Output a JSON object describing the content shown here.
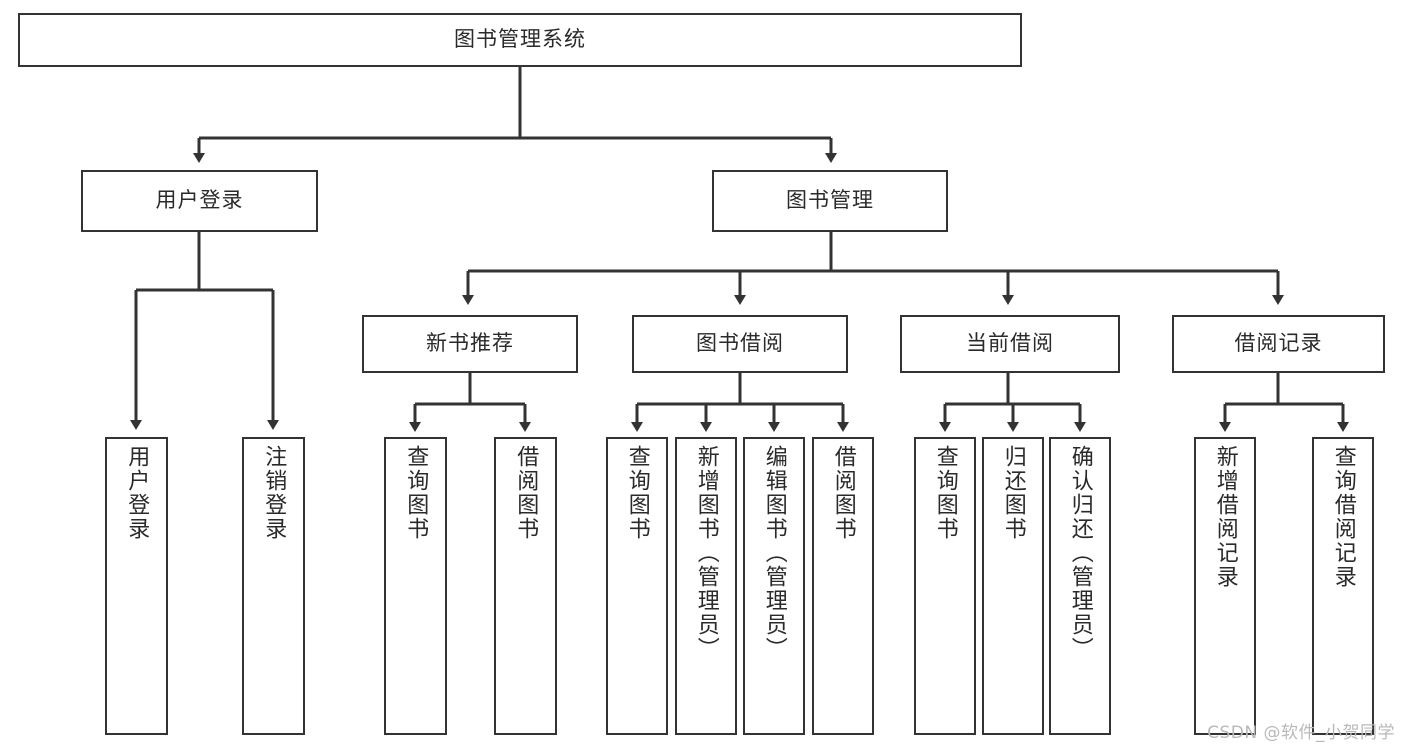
{
  "diagram": {
    "title": "图书管理系统",
    "watermark": "CSDN @软件_小贺同学",
    "line_color": "#333333",
    "box_fill": "#ffffff",
    "text_color": "#2a2a2a",
    "nodes": {
      "root": {
        "label": "图书管理系统"
      },
      "level2": [
        {
          "id": "user-login",
          "label": "用户登录"
        },
        {
          "id": "book-manage",
          "label": "图书管理"
        }
      ],
      "level3": [
        {
          "id": "new-book-recommend",
          "label": "新书推荐"
        },
        {
          "id": "book-borrow",
          "label": "图书借阅"
        },
        {
          "id": "current-borrow",
          "label": "当前借阅"
        },
        {
          "id": "borrow-record",
          "label": "借阅记录"
        }
      ],
      "leaves": {
        "user-login": [
          {
            "id": "leaf-user-login",
            "label": "用户登录"
          },
          {
            "id": "leaf-logout-login",
            "label": "注销登录"
          }
        ],
        "new-book-recommend": [
          {
            "id": "leaf-query-book-1",
            "label": "查询图书"
          },
          {
            "id": "leaf-borrow-book-1",
            "label": "借阅图书"
          }
        ],
        "book-borrow": [
          {
            "id": "leaf-query-book-2",
            "label": "查询图书"
          },
          {
            "id": "leaf-add-book",
            "label": "新增图书（管理员）"
          },
          {
            "id": "leaf-edit-book",
            "label": "编辑图书（管理员）"
          },
          {
            "id": "leaf-borrow-book-2",
            "label": "借阅图书"
          }
        ],
        "current-borrow": [
          {
            "id": "leaf-query-book-3",
            "label": "查询图书"
          },
          {
            "id": "leaf-return-book",
            "label": "归还图书"
          },
          {
            "id": "leaf-confirm-return",
            "label": "确认归还（管理员）"
          }
        ],
        "borrow-record": [
          {
            "id": "leaf-add-record",
            "label": "新增借阅记录"
          },
          {
            "id": "leaf-query-record",
            "label": "查询借阅记录"
          }
        ]
      }
    }
  }
}
